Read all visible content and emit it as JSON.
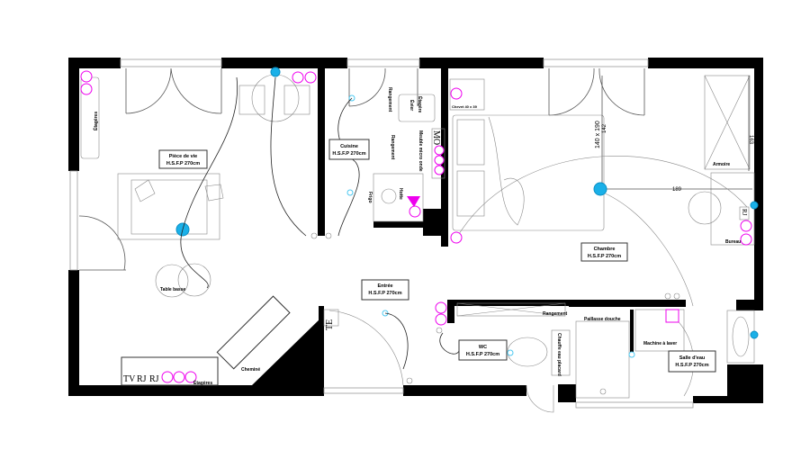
{
  "rooms": {
    "living": {
      "name": "Pièce de vie",
      "height": "H.S.F.P 270cm"
    },
    "kitchen": {
      "name": "Cuisine",
      "height": "H.S.F.P 270cm"
    },
    "bedroom": {
      "name": "Chambre",
      "height": "H.S.F.P 270cm"
    },
    "entry": {
      "name": "Entrée",
      "height": "H.S.F.P 270cm"
    },
    "wc": {
      "name": "WC",
      "height": "H.S.F.P 270cm"
    },
    "bathroom": {
      "name": "Salle d'eau",
      "height": "H.S.F.P 270cm"
    }
  },
  "furniture": {
    "shelves_left": "Étagères",
    "shelves_bottom": "Étagères",
    "coffee_table": "Table basse",
    "fireplace": "Cheminé",
    "te": "TE",
    "tv": "TV",
    "rj1": "RJ",
    "rj2": "RJ",
    "rj_bedroom": "RJ",
    "storage_kitchen_1": "Rangement",
    "storage_kitchen_2": "Rangement",
    "storage_entry": "Rangement",
    "sink": "Évier",
    "shelf": "Étagère",
    "microwave_cabinet": "Meuble micro onde",
    "mo": "MO",
    "hood": "Hotte",
    "fridge": "Frigo",
    "nightstand": "Chevet 40 x 39",
    "bed_size": "140 x 190",
    "dim_142": "142",
    "dim_189": "189",
    "dim_163": "163",
    "wardrobe": "Armoire",
    "desk": "Bureau",
    "water_heater": "Chauffe eau placard",
    "shower_tray": "Paillasse douche",
    "washing_machine": "Machine à laver"
  },
  "colors": {
    "outlet": "#ee00ee",
    "light": "#1ab0e8",
    "wall": "#000000"
  }
}
